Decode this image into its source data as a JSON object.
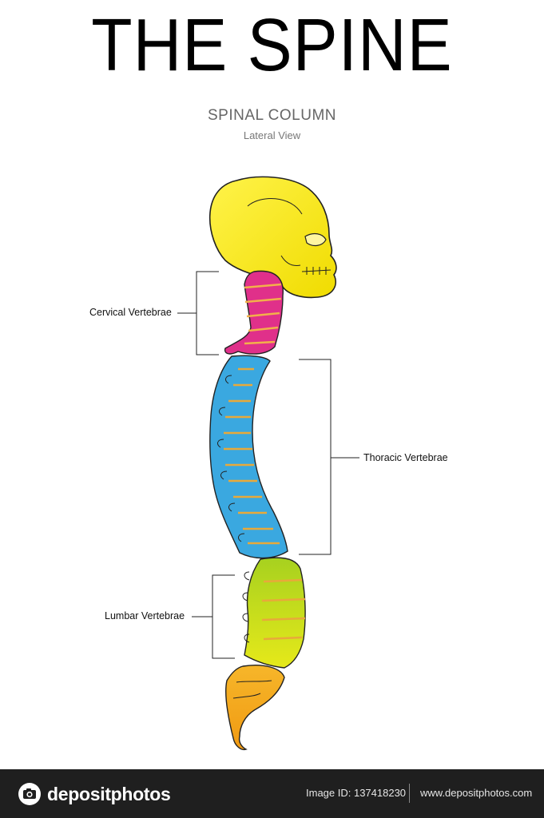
{
  "diagram": {
    "title": "THE SPINE",
    "subtitle": "SPINAL COLUMN",
    "view": "Lateral View",
    "labels": {
      "cervical": "Cervical Vertebrae",
      "thoracic": "Thoracic Vertebrae",
      "lumbar": "Lumbar Vertebrae"
    },
    "colors": {
      "skull": "#f5e600",
      "cervical": "#e0308a",
      "thoracic": "#3aa8e0",
      "lumbar": "#9ccc1a",
      "sacrum": "#f3a21c",
      "disc": "#e8a93a"
    }
  },
  "footer": {
    "brand": "depositphotos",
    "image_id": "Image ID: 137418230",
    "website": "www.depositphotos.com",
    "logo_icon": "camera-icon"
  }
}
